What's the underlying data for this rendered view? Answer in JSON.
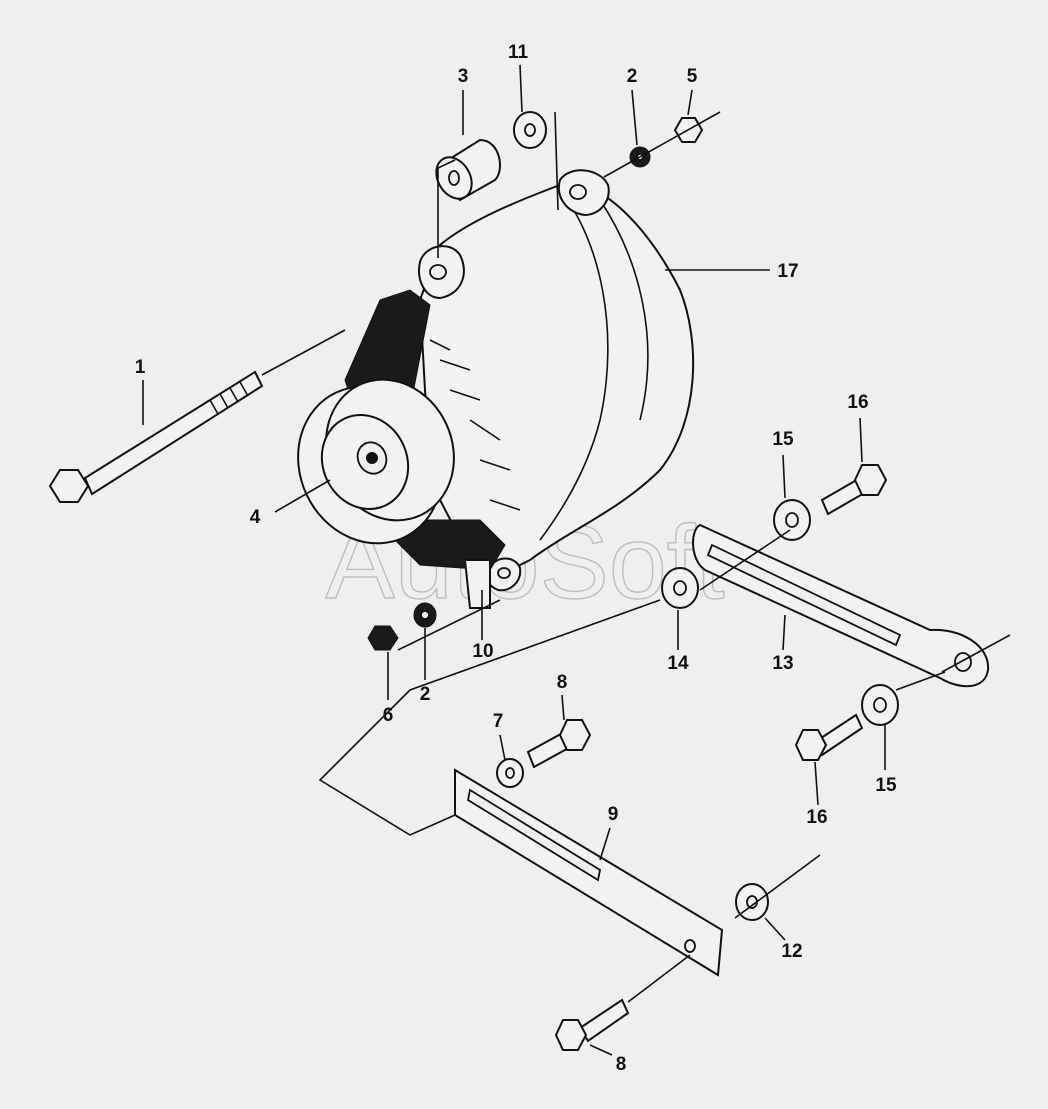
{
  "watermark": "AutoSoft",
  "callouts": [
    {
      "id": "c1",
      "label": "1"
    },
    {
      "id": "c2a",
      "label": "2"
    },
    {
      "id": "c2b",
      "label": "2"
    },
    {
      "id": "c3",
      "label": "3"
    },
    {
      "id": "c4",
      "label": "4"
    },
    {
      "id": "c5",
      "label": "5"
    },
    {
      "id": "c6",
      "label": "6"
    },
    {
      "id": "c7",
      "label": "7"
    },
    {
      "id": "c8a",
      "label": "8"
    },
    {
      "id": "c8b",
      "label": "8"
    },
    {
      "id": "c9",
      "label": "9"
    },
    {
      "id": "c10",
      "label": "10"
    },
    {
      "id": "c11",
      "label": "11"
    },
    {
      "id": "c12",
      "label": "12"
    },
    {
      "id": "c13",
      "label": "13"
    },
    {
      "id": "c14",
      "label": "14"
    },
    {
      "id": "c15a",
      "label": "15"
    },
    {
      "id": "c15b",
      "label": "15"
    },
    {
      "id": "c16a",
      "label": "16"
    },
    {
      "id": "c16b",
      "label": "16"
    },
    {
      "id": "c17",
      "label": "17"
    }
  ]
}
